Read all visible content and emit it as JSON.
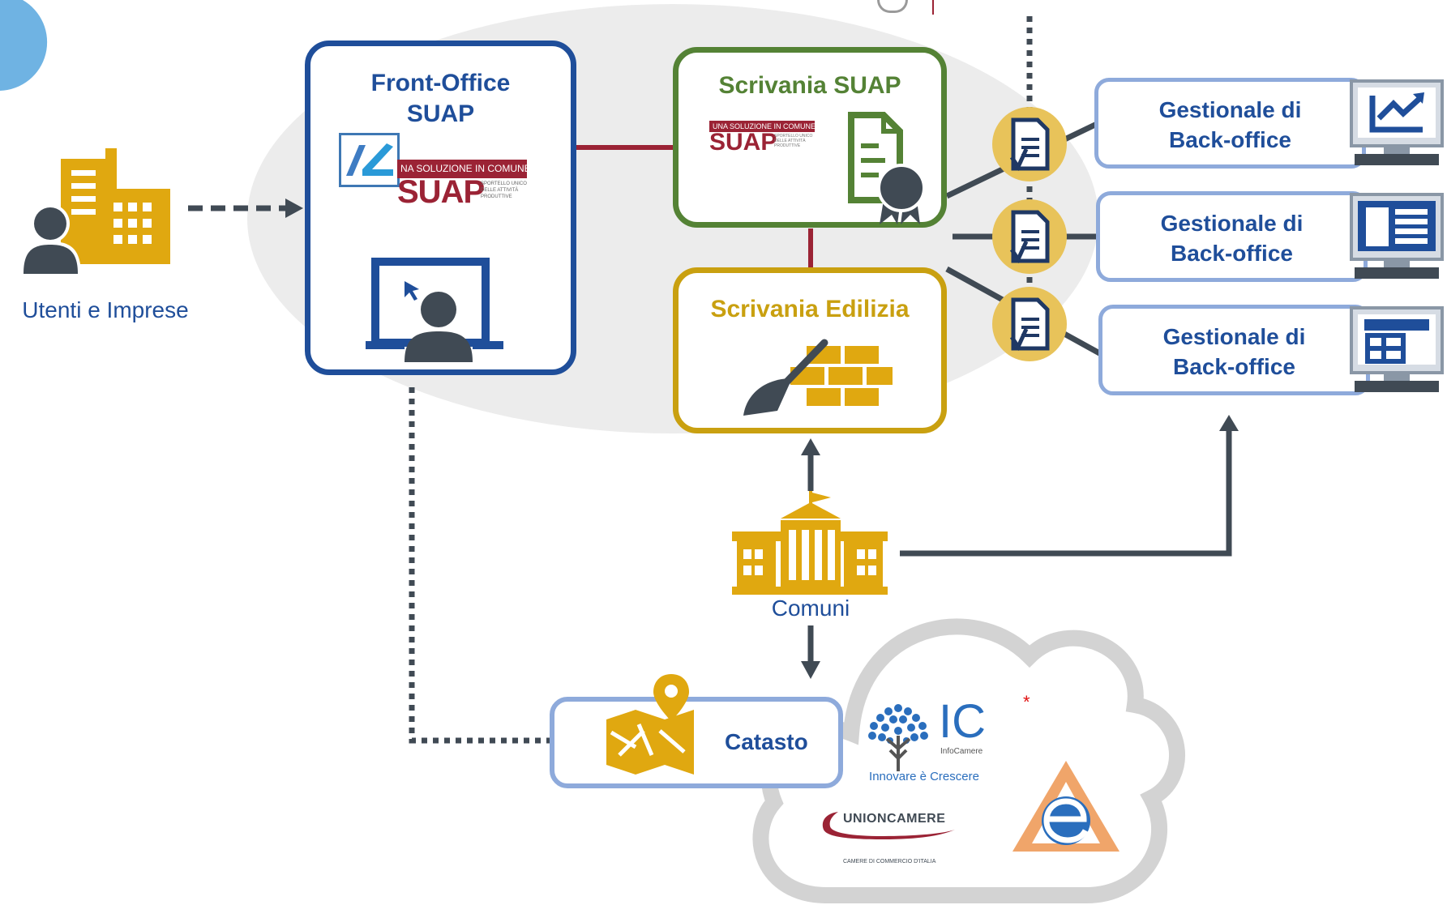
{
  "actors": {
    "users_label": "Utenti e Imprese",
    "comuni_label": "Comuni"
  },
  "front_office": {
    "title_line1": "Front-Office",
    "title_line2": "SUAP",
    "logo_tagline": "NA SOLUZIONE IN COMUNE",
    "logo_text": "SUAP",
    "logo_subtext": "SPORTELLO UNICO DELLE ATTIVITÀ PRODUTTIVE"
  },
  "scrivania_suap": {
    "title": "Scrivania SUAP",
    "logo_tagline": "UNA SOLUZIONE IN COMUNE",
    "logo_text": "SUAP",
    "logo_subtext": "SPORTELLO UNICO DELLE ATTIVITÀ PRODUTTIVE"
  },
  "scrivania_edilizia": {
    "title": "Scrivania Edilizia"
  },
  "back_offices": [
    {
      "line1": "Gestionale di",
      "line2": "Back-office",
      "icon": "chart-monitor-icon"
    },
    {
      "line1": "Gestionale di",
      "line2": "Back-office",
      "icon": "document-monitor-icon"
    },
    {
      "line1": "Gestionale di",
      "line2": "Back-office",
      "icon": "table-monitor-icon"
    }
  ],
  "catasto": {
    "title": "Catasto"
  },
  "cloud": {
    "infocamere_mark": "IC",
    "infocamere_name": "InfoCamere",
    "infocamere_slogan": "Innovare è Crescere",
    "unioncamere_name": "UNIONCAMERE",
    "unioncamere_sub": "CAMERE DI COMMERCIO D'ITALIA",
    "asterisk": "*"
  },
  "colors": {
    "front_office": "#1f4e9a",
    "scrivania_suap": "#548235",
    "scrivania_edilizia": "#c9a010",
    "back_office": "#8eaadb",
    "connector_dark": "#404a54",
    "connector_red": "#9b2335",
    "gold": "#e0a810"
  }
}
